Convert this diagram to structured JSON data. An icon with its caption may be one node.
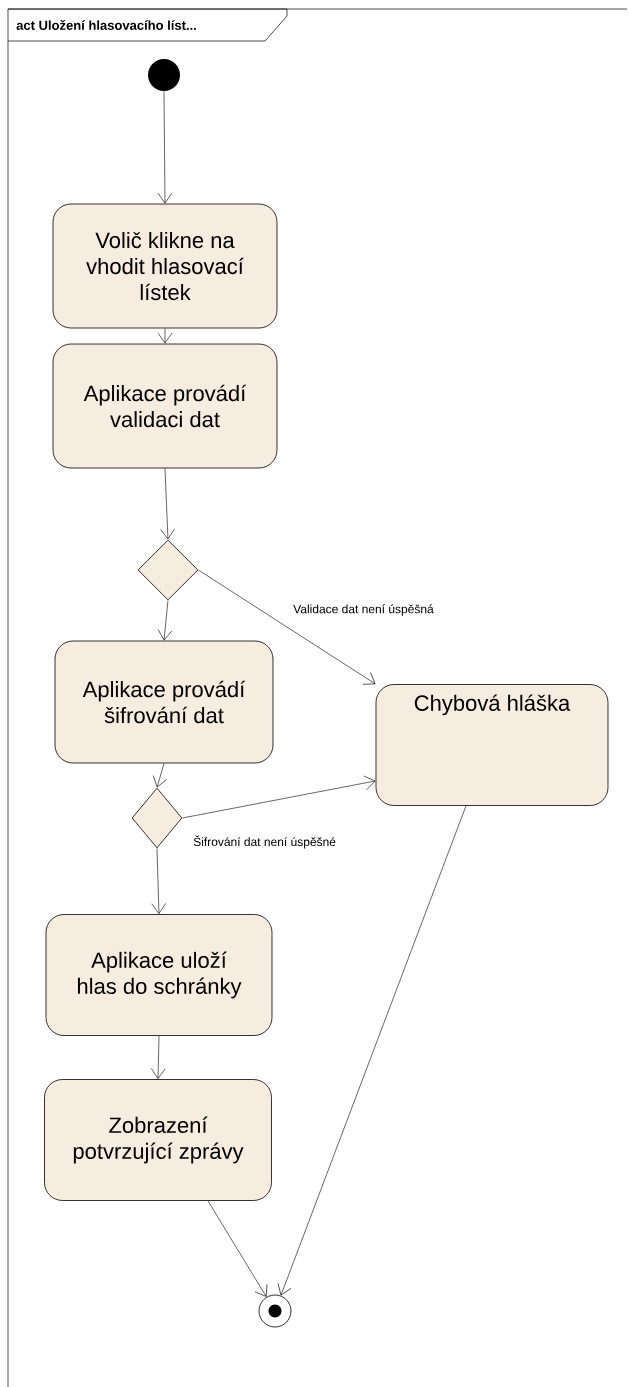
{
  "diagram": {
    "title": "act Uložení hlasovacího líst...",
    "nodes": [
      {
        "text": [],
        "shape": "dot"
      },
      {
        "text": [
          "Volič klikne na vhodit hlasovací lístek"
        ]
      },
      {
        "text": [
          "Aplikace provádí validaci dat"
        ]
      },
      {
        "text": [],
        "shape": "diamond"
      },
      {
        "text": [
          "Aplikace provádí šifrování dat"
        ]
      },
      {
        "text": [
          "Chybová hláška"
        ]
      },
      {
        "text": [],
        "shape": "diamond"
      },
      {
        "text": [
          "Aplikace uloží hlas do schránky"
        ]
      },
      {
        "text": [
          "Zobrazení potvrzující zprávy"
        ]
      },
      {
        "text": [],
        "shape": "circle"
      }
    ],
    "edges": [
      {
        "from": 0,
        "to": 1,
        "arrow": "to"
      },
      {
        "from": 1,
        "to": 2,
        "arrow": "to"
      },
      {
        "from": 2,
        "to": 3,
        "arrow": "to"
      },
      {
        "from": 3,
        "to": 4,
        "arrow": "to"
      },
      {
        "from": 3,
        "to": 5,
        "arrow": "to",
        "label": "Validace dat není úspěšná"
      },
      {
        "from": 4,
        "to": 6,
        "arrow": "to"
      },
      {
        "from": 6,
        "to": 5,
        "arrow": "to",
        "label": "Šifrování dat není úspěšné"
      },
      {
        "from": 6,
        "to": 7,
        "arrow": "to"
      },
      {
        "from": 7,
        "to": 8,
        "arrow": "to"
      },
      {
        "from": 8,
        "to": 9,
        "arrow": "to"
      },
      {
        "from": 5,
        "to": 9,
        "arrow": "to"
      }
    ]
  }
}
